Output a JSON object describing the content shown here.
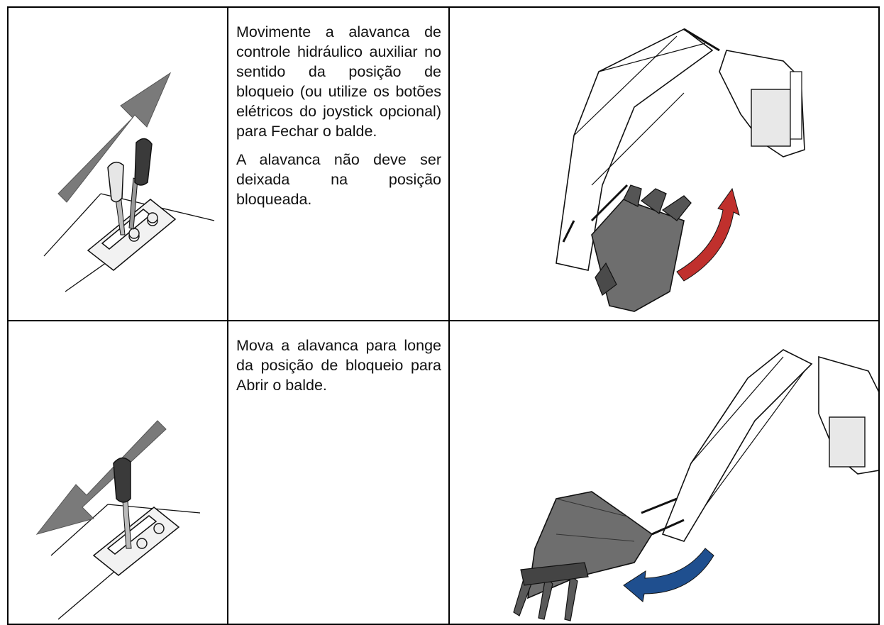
{
  "rows": [
    {
      "lever_icon": "lever-push-forward-icon",
      "paragraphs": [
        "Movimente a alavanca de controle hidráulico auxiliar no sentido da posição de bloqueio (ou utilize os botões elétricos do joystick opcional) para Fechar o balde.",
        "A alavanca não deve ser deixada na posição bloqueada."
      ],
      "figure_icon": "backhoe-bucket-close-icon",
      "arrow_color": "#c0302d"
    },
    {
      "lever_icon": "lever-pull-back-icon",
      "paragraphs": [
        "Mova a alavanca para longe da posição de bloqueio para Abrir o balde."
      ],
      "figure_icon": "backhoe-bucket-open-icon",
      "arrow_color": "#1f4f8f"
    }
  ]
}
